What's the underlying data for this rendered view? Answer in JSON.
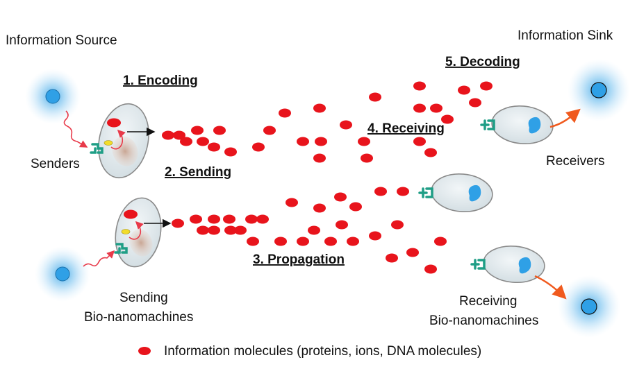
{
  "labels": {
    "source": "Information Source",
    "sink": "Information Sink",
    "senders": "Senders",
    "receivers": "Receivers",
    "sending_line1": "Sending",
    "sending_line2": "Bio-nanomachines",
    "receiving_line1": "Receiving",
    "receiving_line2": "Bio-nanomachines",
    "legend": "Information molecules (proteins, ions, DNA molecules)"
  },
  "steps": {
    "encoding": "1. Encoding",
    "sending": "2. Sending",
    "propagation": "3. Propagation",
    "receiving": "4. Receiving",
    "decoding": "5. Decoding"
  },
  "colors": {
    "molecule": "#e8141c",
    "cell_fill": "#dde6ea",
    "cell_stroke": "#8a8a8a",
    "glow": "#3aa6e8",
    "receptor": "#1f9e86",
    "arrow_out": "#f05a1e",
    "signal": "#e83a4a"
  },
  "icons": [
    "source-glow-icon",
    "sink-glow-icon",
    "receptor-icon",
    "molecule-icon",
    "signal-wave-icon",
    "arrow-icon"
  ]
}
